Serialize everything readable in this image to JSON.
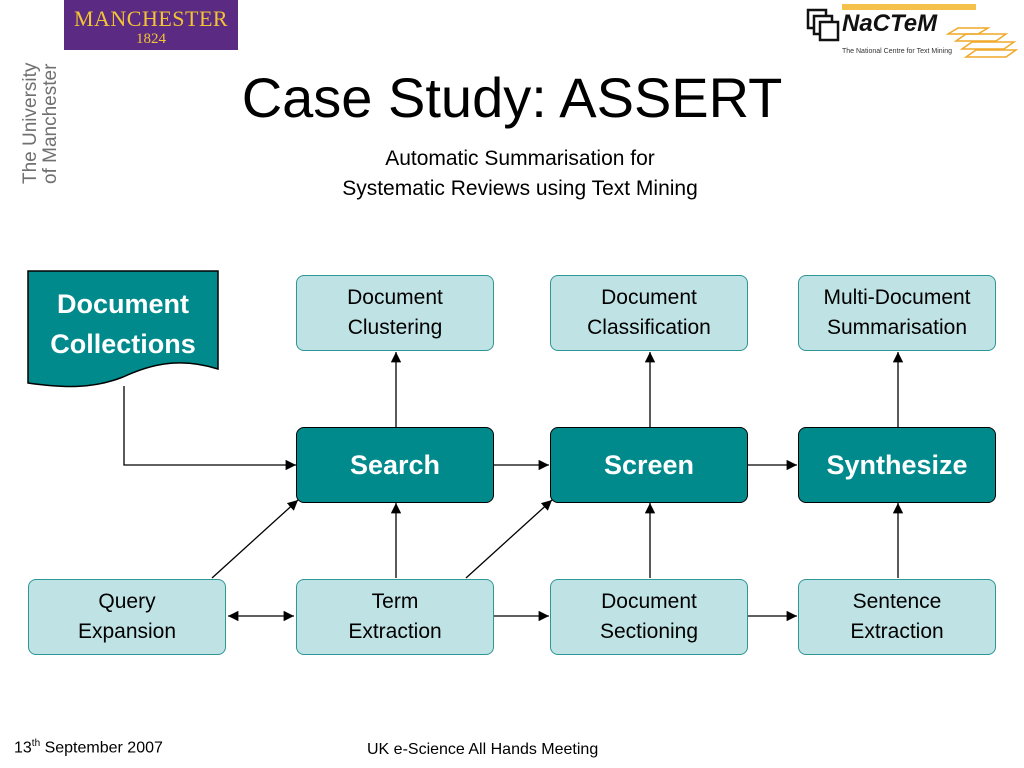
{
  "logos": {
    "manchester": {
      "word": "MANCHESTER",
      "year": "1824"
    },
    "university_line1": "The University",
    "university_line2": "of Manchester",
    "nactem": {
      "name": "NaCTeM",
      "tagline": "The National Centre for Text Mining"
    }
  },
  "title": "Case Study: ASSERT",
  "subtitle_line1": "Automatic Summarisation for",
  "subtitle_line2": "Systematic Reviews using Text Mining",
  "diagram": {
    "collections": {
      "line1": "Document",
      "line2": "Collections"
    },
    "top": {
      "clustering": {
        "line1": "Document",
        "line2": "Clustering"
      },
      "classification": {
        "line1": "Document",
        "line2": "Classification"
      },
      "summarisation": {
        "line1": "Multi-Document",
        "line2": "Summarisation"
      }
    },
    "main": {
      "search": "Search",
      "screen": "Screen",
      "synthesize": "Synthesize"
    },
    "bottom": {
      "query": {
        "line1": "Query",
        "line2": "Expansion"
      },
      "term": {
        "line1": "Term",
        "line2": "Extraction"
      },
      "sectioning": {
        "line1": "Document",
        "line2": "Sectioning"
      },
      "sentence": {
        "line1": "Sentence",
        "line2": "Extraction"
      }
    }
  },
  "footer": {
    "date_day": "13",
    "date_suffix": "th",
    "date_rest": " September 2007",
    "event": "UK e-Science  All Hands Meeting"
  },
  "colors": {
    "dark_box": "#008a8c",
    "light_box": "#bfe2e4",
    "manchester_purple": "#5b2a82",
    "manchester_gold": "#f3c433"
  }
}
